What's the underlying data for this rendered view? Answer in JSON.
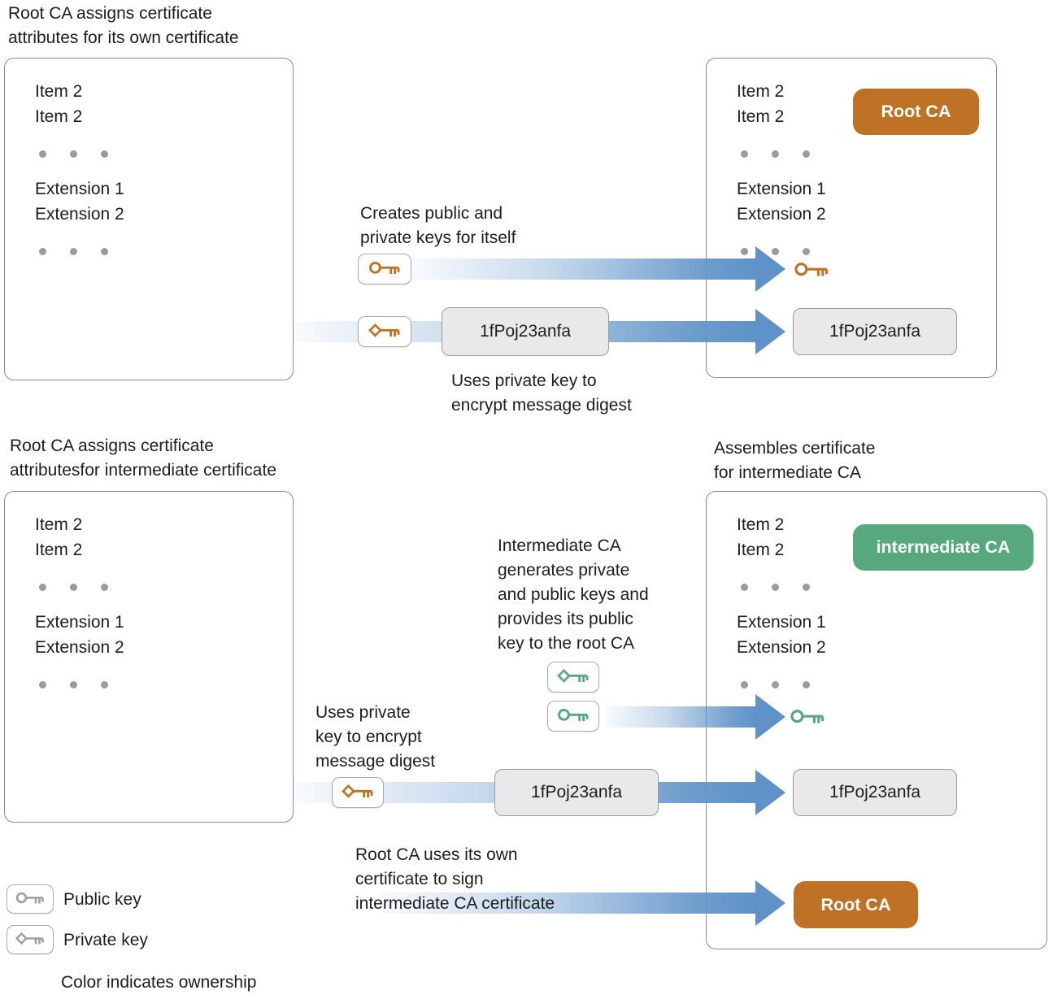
{
  "colors": {
    "orange": "#bf7226",
    "green": "#58a87e",
    "arrow": "#5e92c8",
    "gray-key": "#9aa0a6",
    "box-border": "#8a8a8a",
    "digest-bg": "#e9e9e9",
    "digest-border": "#9b9b9b",
    "dot": "#9b9b9b",
    "text": "#1d1d1f"
  },
  "cert": {
    "item": "Item 2",
    "ext1": "Extension 1",
    "ext2": "Extension 2"
  },
  "section1": {
    "left_title": "Root CA assigns certificate\nattributes for its own certificate",
    "creates_keys_label": "Creates public and\nprivate keys for itself",
    "uses_private_label": "Uses private key to\nencrypt message digest",
    "digest": "1fPoj23anfa",
    "root_badge": "Root CA"
  },
  "section2": {
    "left_title": "Root CA assigns certificate\nattributesfor intermediate certificate",
    "right_title": "Assembles certificate\nfor intermediate CA",
    "intermediate_badge": "intermediate CA",
    "intermediate_keys_label": "Intermediate CA\ngenerates private\nand public keys and\nprovides its public\nkey to the root CA",
    "uses_private_label": "Uses private\nkey to encrypt\nmessage digest",
    "digest": "1fPoj23anfa",
    "root_signs_label": "Root CA uses its own\ncertificate to sign\nintermediate CA certificate",
    "root_badge": "Root CA"
  },
  "legend": {
    "public_key": "Public key",
    "private_key": "Private key",
    "ownership_note": "Color indicates ownership"
  },
  "icons": {
    "public_key": "public-key-icon",
    "private_key": "private-key-icon"
  }
}
